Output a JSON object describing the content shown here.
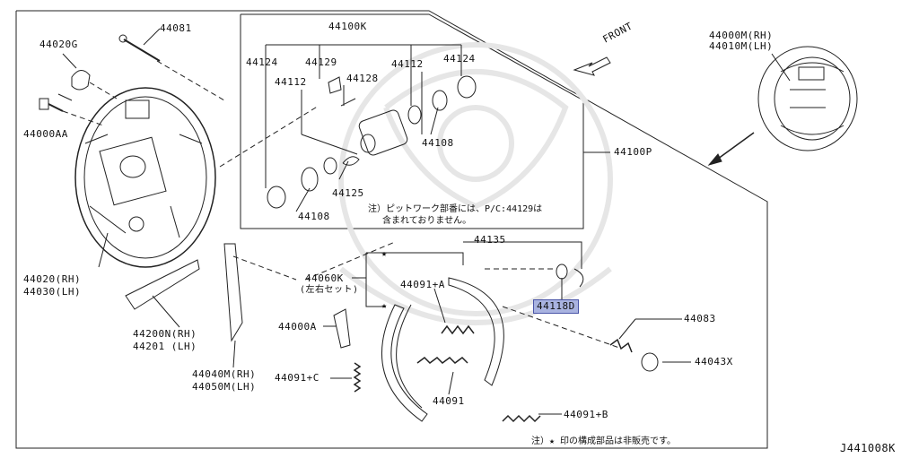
{
  "diagram_id": "J441008K",
  "front_label": "FRONT",
  "highlight_color": "#a9b3e0",
  "part_labels": {
    "p44081": "44081",
    "p44020G": "44020G",
    "p44000AA": "44000AA",
    "p44020": "44020(RH)",
    "p44030": "44030(LH)",
    "p44200N": "44200N(RH)",
    "p44201": "44201 (LH)",
    "p44040M": "44040M(RH)",
    "p44050M": "44050M(LH)",
    "p44060K": "44060K",
    "p44060K_sub": "(左右セット)",
    "p44000A": "44000A",
    "p44091C": "44091+C",
    "p44091A": "44091+A",
    "p44091": "44091",
    "p44091B": "44091+B",
    "p44135": "44135",
    "p44118D": "44118D",
    "p44083": "44083",
    "p44043X": "44043X",
    "p44100P": "44100P",
    "p44100K": "44100K",
    "p44124a": "44124",
    "p44124b": "44124",
    "p44129": "44129",
    "p44112a": "44112",
    "p44112b": "44112",
    "p44128": "44128",
    "p44108a": "44108",
    "p44108b": "44108",
    "p44125": "44125",
    "p44000M": "44000M(RH)",
    "p44010M": "44010M(LH)"
  },
  "notes": {
    "kit_note_1": "注）ピットワーク部番には、P/C:44129は",
    "kit_note_2": "含まれておりません。",
    "footer_note": "注）★ 印の構成部品は非販売です。"
  }
}
